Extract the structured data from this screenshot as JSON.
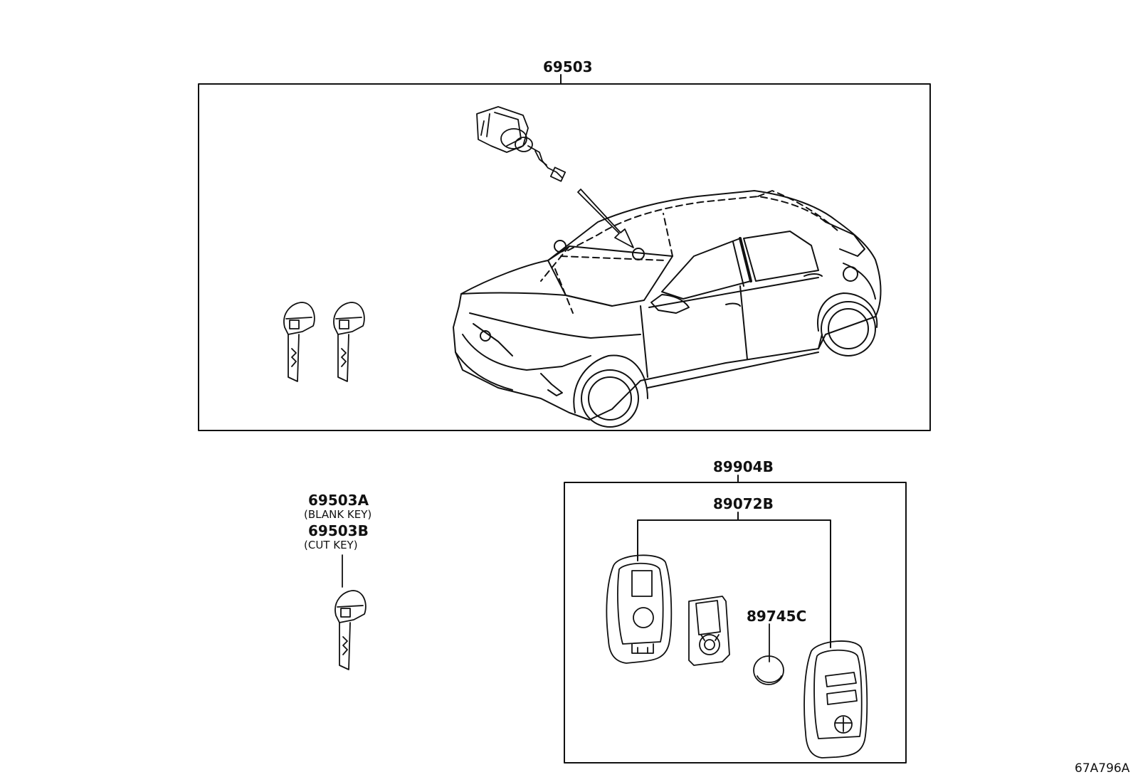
{
  "labels": {
    "assembly": "69503",
    "blank_key_part": "69503A",
    "blank_key_note": "(BLANK KEY)",
    "cut_key_part": "69503B",
    "cut_key_note": "(CUT KEY)",
    "transmitter_assy": "89904B",
    "transmitter_case": "89072B",
    "battery": "89745C",
    "diagram_ref": "67A796A"
  },
  "icons": {
    "ignition_cylinder": "ignition-lock-cylinder-icon",
    "vehicle": "hatchback-car-icon",
    "key": "mechanical-key-icon",
    "fob": "smart-key-fob-icon",
    "battery": "coin-battery-icon"
  },
  "colors": {
    "line": "#111111",
    "background": "#ffffff"
  }
}
